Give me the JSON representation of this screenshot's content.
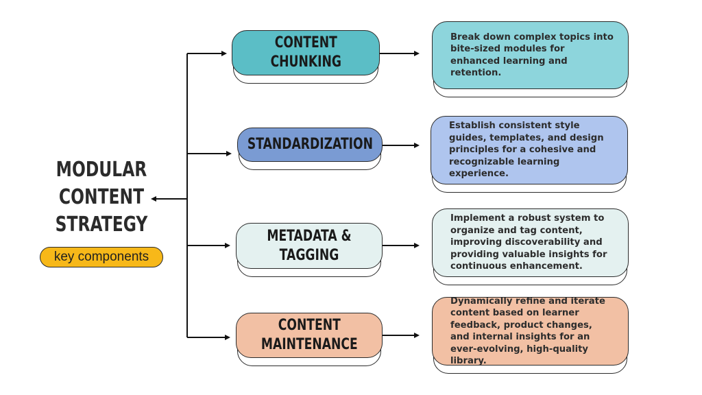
{
  "diagram": {
    "title_lines": [
      "MODULAR",
      "CONTENT",
      "STRATEGY"
    ],
    "subtitle_pill": "key components",
    "colors": {
      "pill": "#F7B819",
      "outline": "#2A2A2A",
      "connector": "#111111"
    },
    "components": [
      {
        "heading": "CONTENT\nCHUNKING",
        "description": "Break down complex topics into bite-sized modules for enhanced learning and retention.",
        "heading_color": "#5BBEC6",
        "description_color": "#8DD5DC"
      },
      {
        "heading": "STANDARDIZATION",
        "description": "Establish consistent style guides, templates, and design principles for a cohesive and recognizable learning experience.",
        "heading_color": "#7A9BD3",
        "description_color": "#AFC5EE"
      },
      {
        "heading": "METADATA &\nTAGGING",
        "description": "Implement a robust system to organize and tag content, improving discoverability and providing valuable insights for continuous enhancement.",
        "heading_color": "#E4F1F0",
        "description_color": "#E4F1F0"
      },
      {
        "heading": "CONTENT\nMAINTENANCE",
        "description": "Dynamically refine and iterate content based on learner feedback, product changes, and internal insights for an ever-evolving, high-quality library.",
        "heading_color": "#F2C0A4",
        "description_color": "#F2C0A4"
      }
    ]
  }
}
